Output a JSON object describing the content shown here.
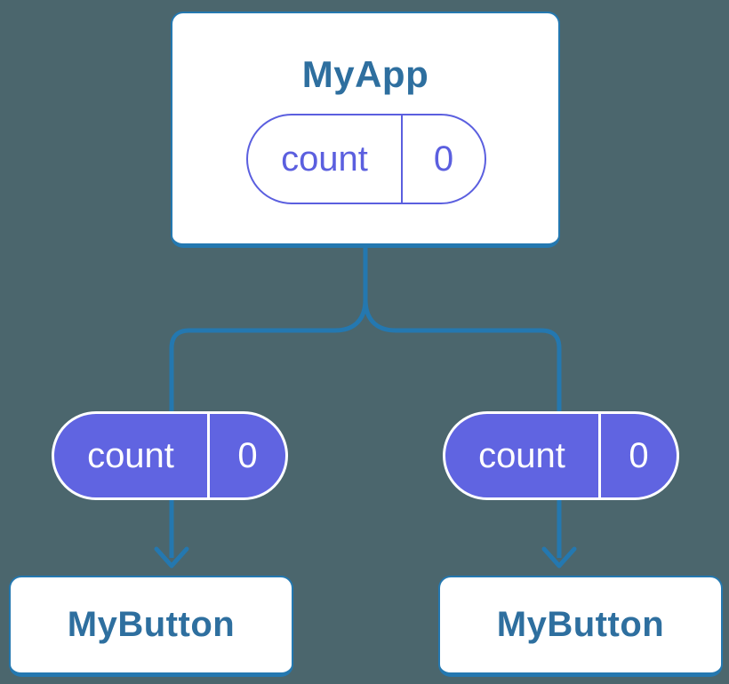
{
  "colors": {
    "bg": "#4b666d",
    "line": "#2478b0",
    "title": "#2e6f9f",
    "purple": "#5b5fdf",
    "purple-fill": "#6064e1",
    "white": "#ffffff"
  },
  "tree": {
    "root": {
      "title": "MyApp",
      "state": {
        "label": "count",
        "value": "0"
      }
    },
    "children": [
      {
        "title": "MyButton",
        "state": {
          "label": "count",
          "value": "0"
        }
      },
      {
        "title": "MyButton",
        "state": {
          "label": "count",
          "value": "0"
        }
      }
    ]
  }
}
